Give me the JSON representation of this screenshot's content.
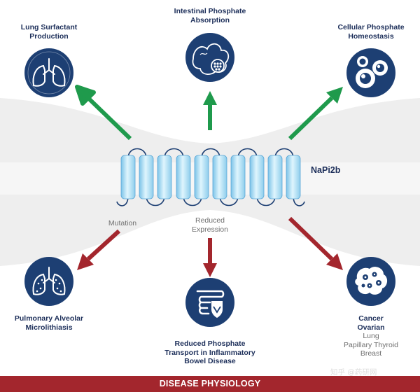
{
  "benefits": {
    "lung": [
      "Lung Surfactant",
      "Production"
    ],
    "intestinal": [
      "Intestinal Phosphate",
      "Absorption"
    ],
    "cellular": [
      "Cellular Phosphate",
      "Homeostasis"
    ]
  },
  "transporter_label": "NaPi2b",
  "mutation_label": "Mutation",
  "reduced_expression_label": [
    "Reduced",
    "Expression"
  ],
  "diseases": {
    "pulmonary": [
      "Pulmonary Alveolar",
      "Microlithiasis"
    ],
    "ibd": [
      "Reduced Phosphate",
      "Transport in Inflammatory",
      "Bowel Disease"
    ],
    "cancer": {
      "title": "Cancer",
      "type1": "Ovarian",
      "subtypes": [
        "Lung",
        "Papillary Thyroid",
        "Breast"
      ]
    }
  },
  "footer": "DISEASE PHYSIOLOGY",
  "watermark": "知乎 @药研网",
  "colors": {
    "navy": "#1d3f73",
    "green_arrow": "#1f9a4c",
    "red_arrow": "#a3262d",
    "helix_light": "#d4f0fb",
    "helix_dark": "#6fb7e0",
    "loop": "#1d3f73",
    "footer_bg": "#a3262d"
  },
  "icons": [
    "lungs-icon",
    "intestine-villi-icon",
    "cells-icon",
    "calcified-lungs-icon",
    "intestine-shield-icon",
    "tumor-cells-icon"
  ]
}
